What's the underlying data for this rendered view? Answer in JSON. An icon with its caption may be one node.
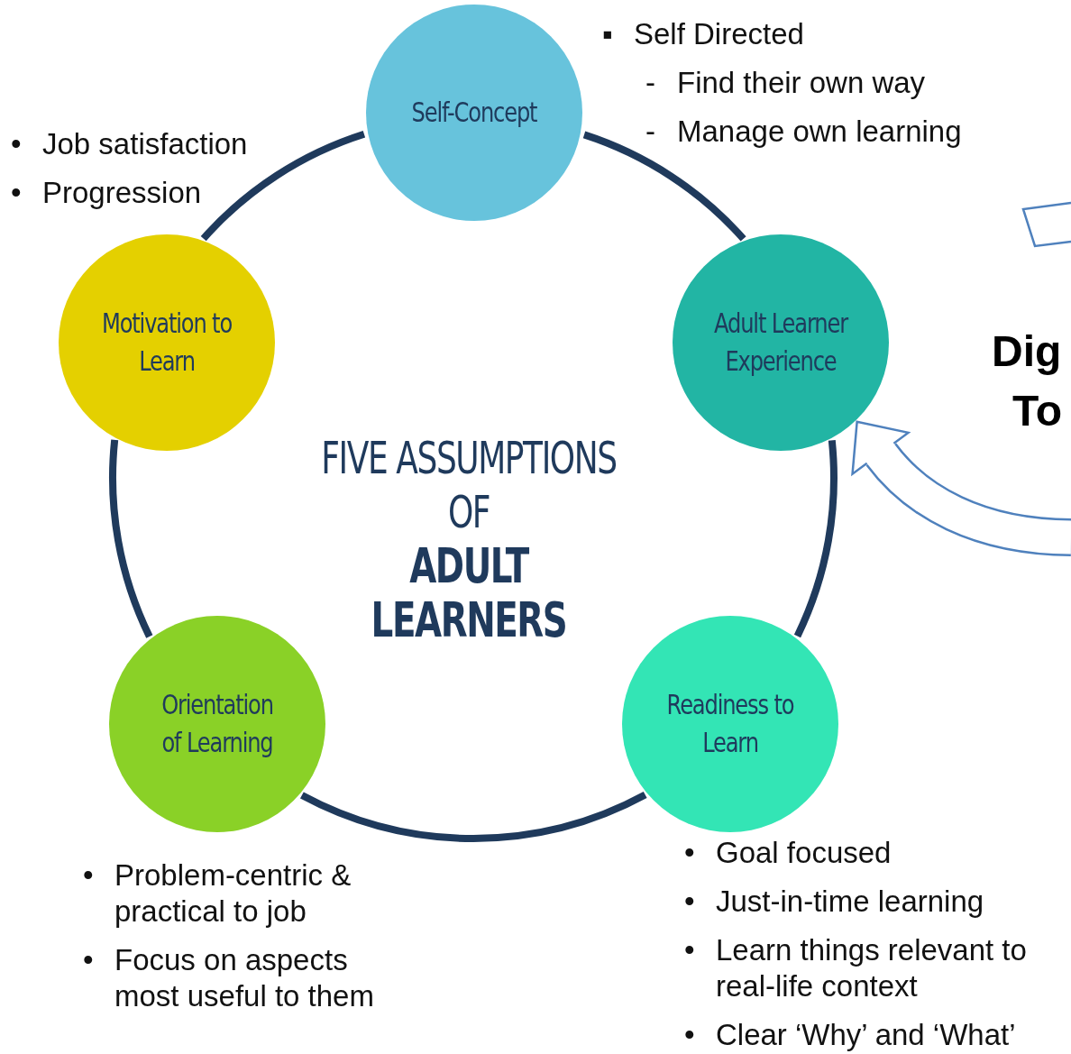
{
  "diagram": {
    "title": "FIVE ASSUMPTIONS OF **ADULT LEARNERS**",
    "nodes": [
      {
        "text": [
          "Self-Concept"
        ],
        "beside": [
          "▪ Self Directed",
          "- Find their own way",
          "- Manage own learning"
        ]
      },
      {
        "text": [
          "Motivation to Learn"
        ],
        "beside": [
          "• Job satisfaction",
          "• Progression"
        ]
      },
      {
        "text": [
          "Adult Learner Experience"
        ]
      },
      {
        "text": [
          "Orientation of Learning"
        ],
        "beside": [
          "• Problem-centric & practical to job",
          "• Focus on aspects most useful to them"
        ]
      },
      {
        "text": [
          "Readiness to Learn"
        ],
        "beside": [
          "• Goal focused",
          "• Just-in-time learning",
          "• Learn things relevant to real-life context",
          "• Clear ‘Why’ and ‘What’"
        ]
      }
    ],
    "edges": [
      {
        "from": 0,
        "to": 2,
        "arrow": "none"
      },
      {
        "from": 2,
        "to": 4,
        "arrow": "none"
      },
      {
        "from": 4,
        "to": 3,
        "arrow": "none"
      },
      {
        "from": 3,
        "to": 1,
        "arrow": "none"
      },
      {
        "from": 1,
        "to": 0,
        "arrow": "none"
      },
      {
        "from": null,
        "to": 2,
        "arrow": "to",
        "style": "thick",
        "color": "#4f81bd"
      }
    ],
    "labels": [
      "Dig",
      "To"
    ]
  }
}
